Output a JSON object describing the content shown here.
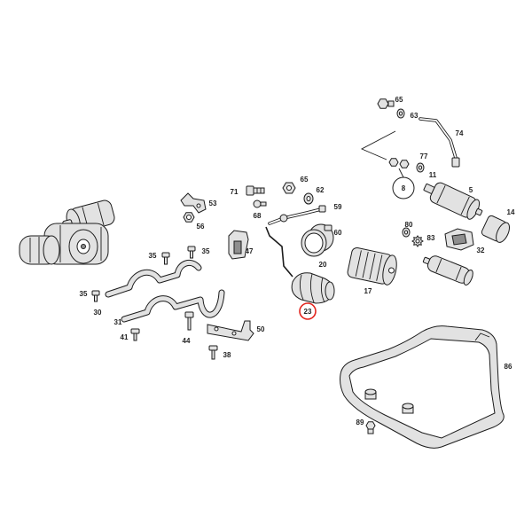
{
  "diagram": {
    "highlight_color": "#e3261f",
    "labels": {
      "part_65_top": "65",
      "part_63": "63",
      "part_74": "74",
      "part_77": "77",
      "part_11": "11",
      "part_8": "8",
      "part_5": "5",
      "part_14": "14",
      "part_80": "80",
      "part_83": "83",
      "part_32": "32",
      "part_71": "71",
      "part_65_mid": "65",
      "part_62": "62",
      "part_59": "59",
      "part_68": "68",
      "part_60": "60",
      "part_53": "53",
      "part_56": "56",
      "part_47": "47",
      "part_20": "20",
      "part_17": "17",
      "part_35_a": "35",
      "part_35_b": "35",
      "part_35_c": "35",
      "part_30": "30",
      "part_31": "31",
      "part_41": "41",
      "part_44": "44",
      "part_38": "38",
      "part_50": "50",
      "part_23": "23",
      "part_86": "86",
      "part_89": "89"
    }
  }
}
